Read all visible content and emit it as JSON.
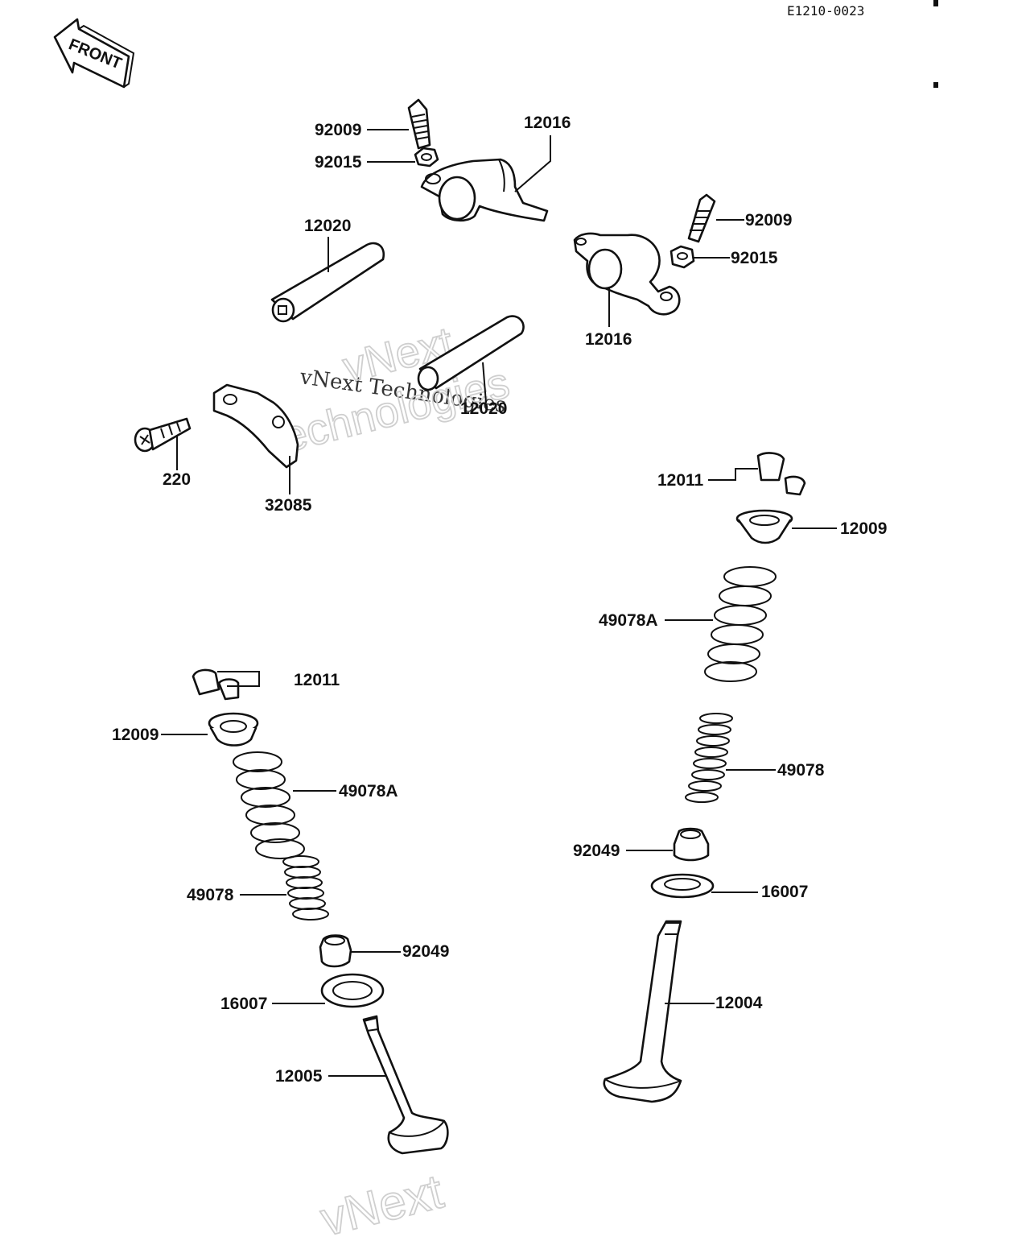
{
  "diagram_code": "E1210-0023",
  "front_label": "FRONT",
  "watermark": {
    "line1": "vNext Technologies",
    "line2": "vNext",
    "line3": "Technologies",
    "bottom": "vNext"
  },
  "labels": {
    "adj_screw_intake": "92009",
    "locknut_intake": "92015",
    "rocker_arm_intake": "12016",
    "rocker_shaft_intake": "12020",
    "adj_screw_exhaust": "92009",
    "locknut_exhaust": "92015",
    "rocker_arm_exhaust": "12016",
    "rocker_shaft_exhaust": "12020",
    "screw": "220",
    "plate": "32085",
    "cotter_right": "12011",
    "retainer_right": "12009",
    "outer_spring_right": "49078A",
    "inner_spring_right": "49078",
    "stem_seal_right": "92049",
    "spring_seat_right": "16007",
    "exhaust_valve": "12004",
    "cotter_left": "12011",
    "retainer_left": "12009",
    "outer_spring_left": "49078A",
    "inner_spring_left": "49078",
    "stem_seal_left": "92049",
    "spring_seat_left": "16007",
    "intake_valve": "12005"
  }
}
